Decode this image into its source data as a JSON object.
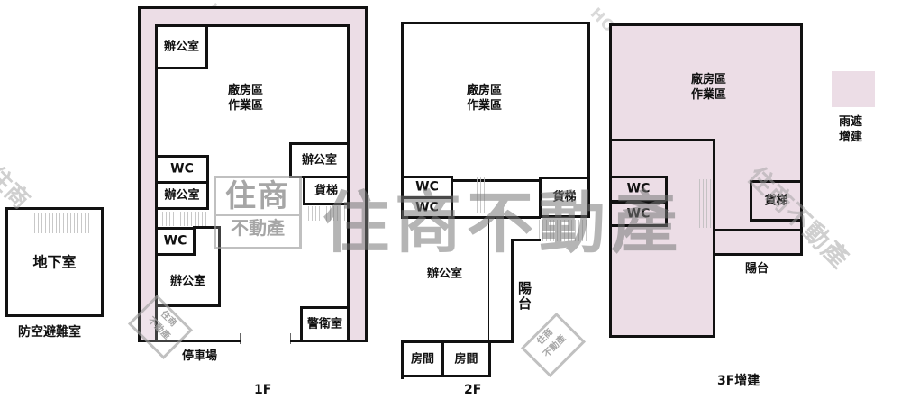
{
  "basement": {
    "room": "地下室",
    "caption": "防空避難室"
  },
  "floor1": {
    "caption": "1F",
    "main_area": [
      "廠房區",
      "作業區"
    ],
    "office_top_left": "辦公室",
    "office_right": "辦公室",
    "wc_1": "WC",
    "office_mid_left": "辦公室",
    "freight_elevator": "貨梯",
    "wc_2": "WC",
    "office_bottom_left": "辦公室",
    "guard_room": "警衛室",
    "parking": "停車場"
  },
  "floor2": {
    "caption": "2F",
    "main_area": [
      "廠房區",
      "作業區"
    ],
    "wc_1": "WC",
    "wc_2": "WC",
    "freight_elevator": "貨梯",
    "office": "辦公室",
    "balcony": "陽台",
    "room_1": "房間",
    "room_2": "房間"
  },
  "floor3": {
    "caption": "3F增建",
    "main_area": [
      "廠房區",
      "作業區"
    ],
    "wc_1": "WC",
    "wc_2": "WC",
    "freight_elevator": "貨梯",
    "balcony": "陽台"
  },
  "legend": {
    "swatch_color": "#ecdde6",
    "label": [
      "雨遮",
      "增建"
    ]
  },
  "watermark": {
    "big_text": "住商不動產",
    "logo_top": "住商",
    "logo_bottom": "不動產",
    "diagonal_text": "HOUSING & BUSINESS"
  },
  "colors": {
    "wall": "#111111",
    "extension_fill": "#ecdde6"
  }
}
